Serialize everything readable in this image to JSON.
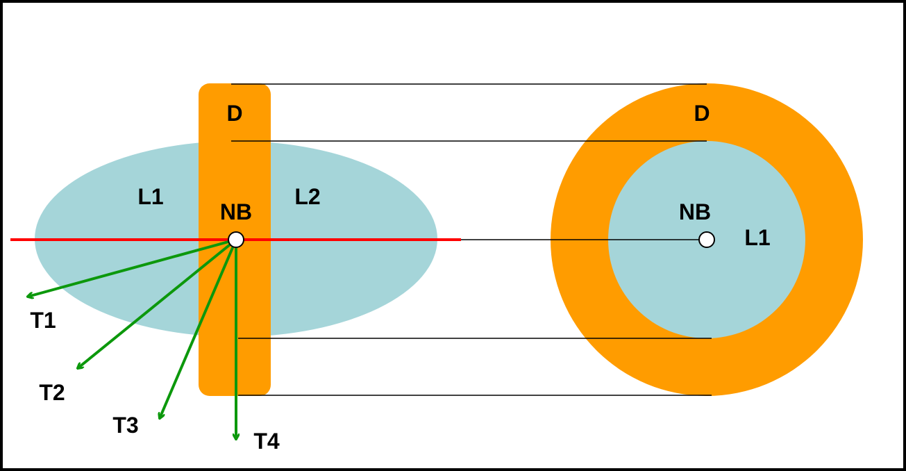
{
  "labels": {
    "side_d": "D",
    "side_l1": "L1",
    "side_l2": "L2",
    "side_nb": "NB",
    "front_d": "D",
    "front_nb": "NB",
    "front_l1": "L1",
    "t1": "T1",
    "t2": "T2",
    "t3": "T3",
    "t4": "T4"
  },
  "colors": {
    "lamella": "#a5d5d9",
    "disc": "#ff9c00",
    "axis": "#ff0000",
    "trajectory": "#0c980c",
    "guide": "#000000",
    "border": "#000000"
  }
}
